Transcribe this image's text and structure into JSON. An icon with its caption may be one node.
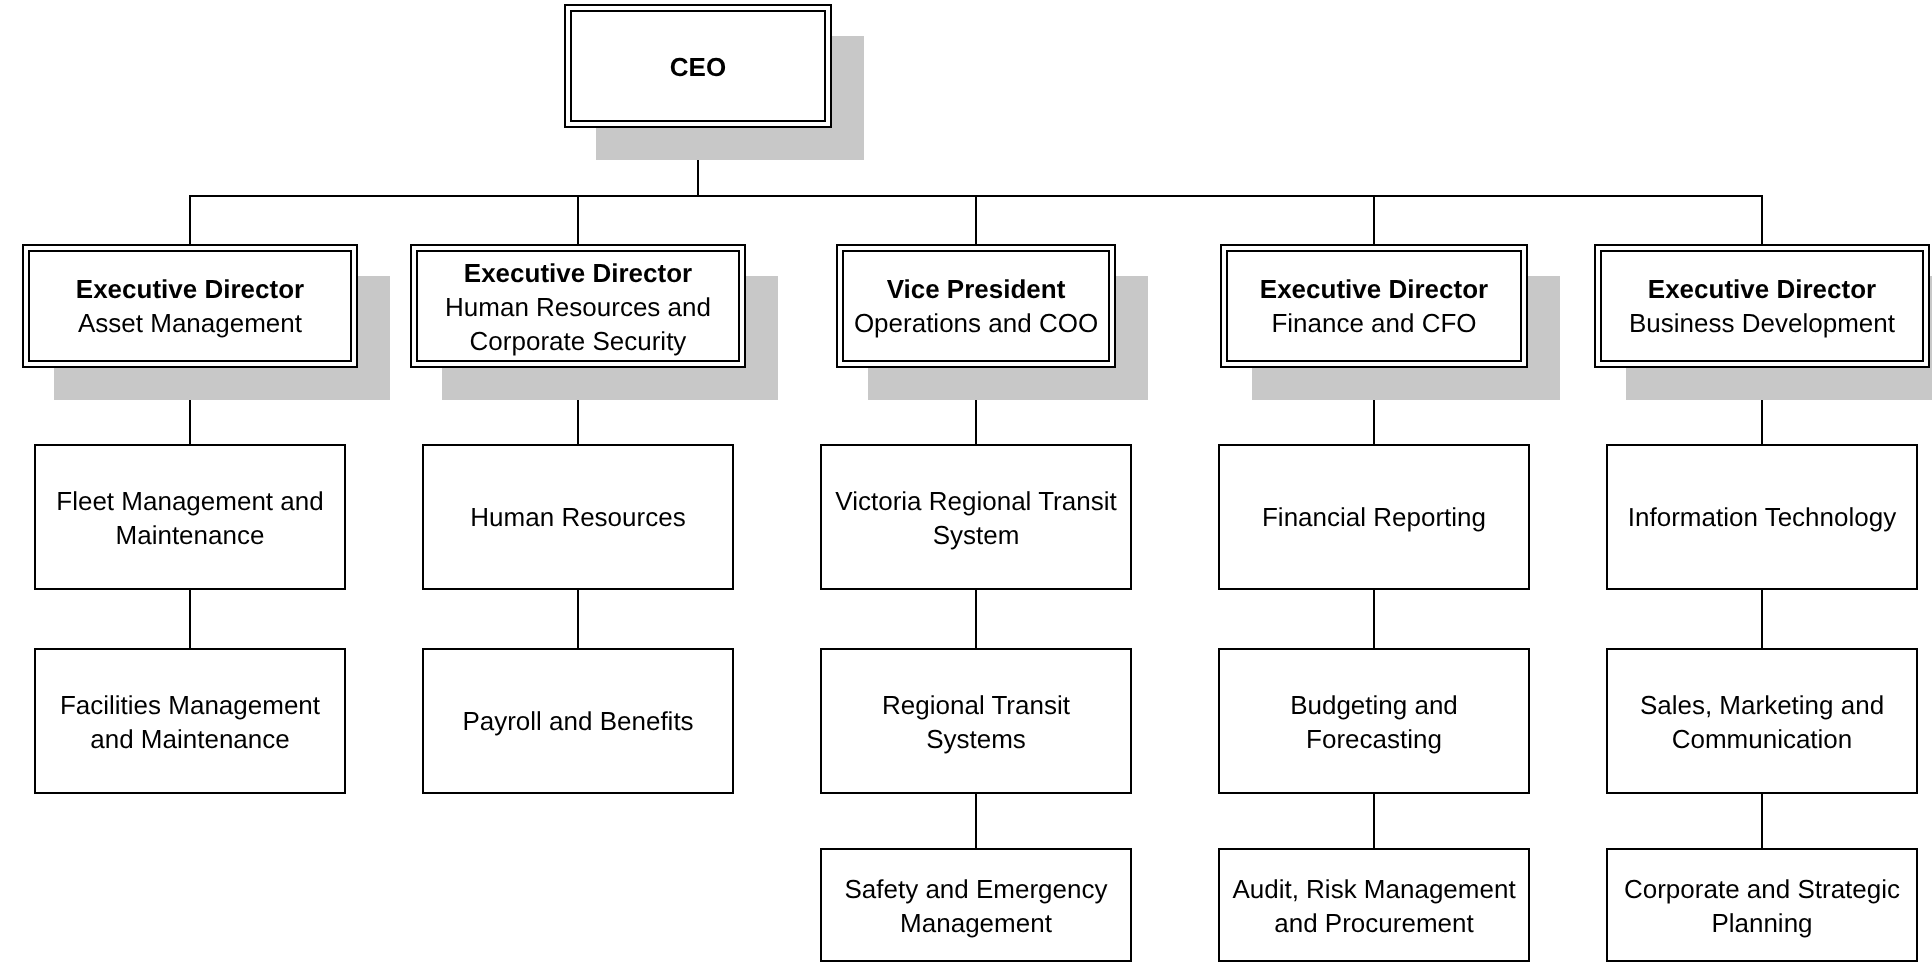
{
  "diagram": {
    "nodes": [
      {
        "text": [
          "CEO"
        ]
      },
      {
        "text": [
          "Executive Director",
          "Asset Management"
        ]
      },
      {
        "text": [
          "Executive Director",
          "Human Resources and Corporate Security"
        ]
      },
      {
        "text": [
          "Vice President",
          "Operations and COO"
        ]
      },
      {
        "text": [
          "Executive Director",
          "Finance and CFO"
        ]
      },
      {
        "text": [
          "Executive Director",
          "Business Development"
        ]
      },
      {
        "text": [
          "Fleet Management and Maintenance"
        ]
      },
      {
        "text": [
          "Facilities Management and Maintenance"
        ]
      },
      {
        "text": [
          "Human Resources"
        ]
      },
      {
        "text": [
          "Payroll and Benefits"
        ]
      },
      {
        "text": [
          "Victoria Regional Transit System"
        ]
      },
      {
        "text": [
          "Regional Transit Systems"
        ]
      },
      {
        "text": [
          "Safety and Emergency Management"
        ]
      },
      {
        "text": [
          "Financial Reporting"
        ]
      },
      {
        "text": [
          "Budgeting and Forecasting"
        ]
      },
      {
        "text": [
          "Audit, Risk Management and Procurement"
        ]
      },
      {
        "text": [
          "Information Technology"
        ]
      },
      {
        "text": [
          "Sales, Marketing and Communication"
        ]
      },
      {
        "text": [
          "Corporate and Strategic Planning"
        ]
      }
    ],
    "edges": [
      {
        "from": 0,
        "to": 1,
        "arrow": "none"
      },
      {
        "from": 0,
        "to": 2,
        "arrow": "none"
      },
      {
        "from": 0,
        "to": 3,
        "arrow": "none"
      },
      {
        "from": 0,
        "to": 4,
        "arrow": "none"
      },
      {
        "from": 0,
        "to": 5,
        "arrow": "none"
      },
      {
        "from": 1,
        "to": 6,
        "arrow": "none"
      },
      {
        "from": 6,
        "to": 7,
        "arrow": "none"
      },
      {
        "from": 2,
        "to": 8,
        "arrow": "none"
      },
      {
        "from": 8,
        "to": 9,
        "arrow": "none"
      },
      {
        "from": 3,
        "to": 10,
        "arrow": "none"
      },
      {
        "from": 10,
        "to": 11,
        "arrow": "none"
      },
      {
        "from": 11,
        "to": 12,
        "arrow": "none"
      },
      {
        "from": 4,
        "to": 13,
        "arrow": "none"
      },
      {
        "from": 13,
        "to": 14,
        "arrow": "none"
      },
      {
        "from": 14,
        "to": 15,
        "arrow": "none"
      },
      {
        "from": 5,
        "to": 16,
        "arrow": "none"
      },
      {
        "from": 16,
        "to": 17,
        "arrow": "none"
      },
      {
        "from": 17,
        "to": 18,
        "arrow": "none"
      }
    ]
  }
}
